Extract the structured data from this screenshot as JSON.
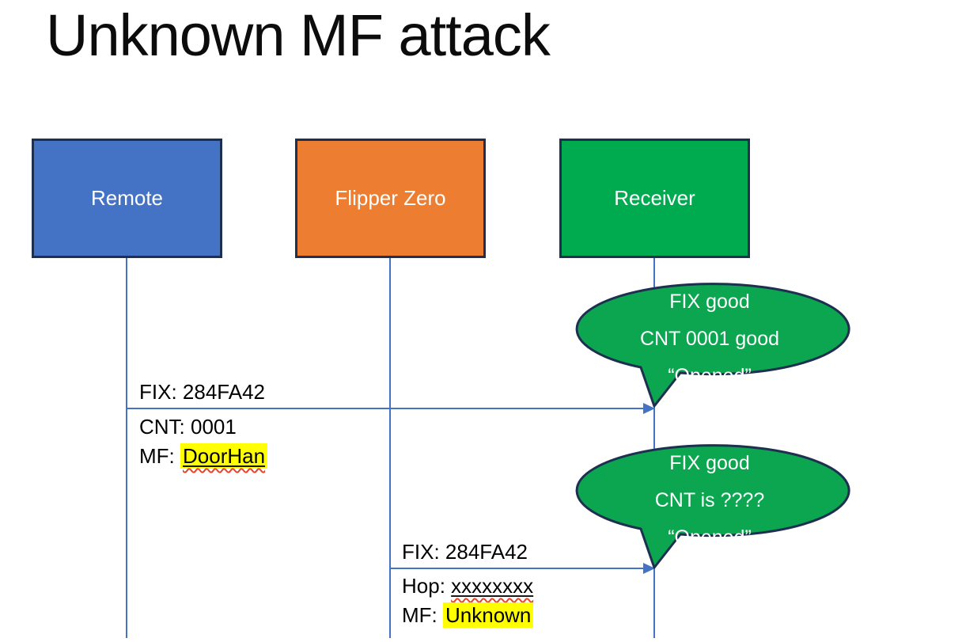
{
  "title": "Unknown MF attack",
  "actors": [
    {
      "label": "Remote"
    },
    {
      "label": "Flipper Zero"
    },
    {
      "label": "Receiver"
    }
  ],
  "message1": {
    "above": "FIX: 284FA42",
    "line2": "CNT: 0001",
    "line3_prefix": "MF: ",
    "line3_value": "DoorHan"
  },
  "message2": {
    "above": "FIX: 284FA42",
    "line2_prefix": "Hop: ",
    "line2_value": "xxxxxxxx",
    "line3_prefix": "MF: ",
    "line3_value": "Unknown"
  },
  "bubble1": {
    "line1": "FIX good",
    "line2": "CNT 0001 good",
    "line3": "“Opened”"
  },
  "bubble2": {
    "line1": "FIX good",
    "line2": "CNT is ????",
    "line3": "“Opened”"
  },
  "colors": {
    "remote_fill": "#4472C4",
    "flipper_fill": "#ED7D31",
    "receiver_fill": "#00AB50",
    "bubble_fill": "#0BA64F",
    "outline": "#1E3050",
    "line": "#4472C4",
    "highlight": "#FFFF00",
    "squiggle": "#E4472A",
    "bubble_text": "#FFFFFF"
  }
}
